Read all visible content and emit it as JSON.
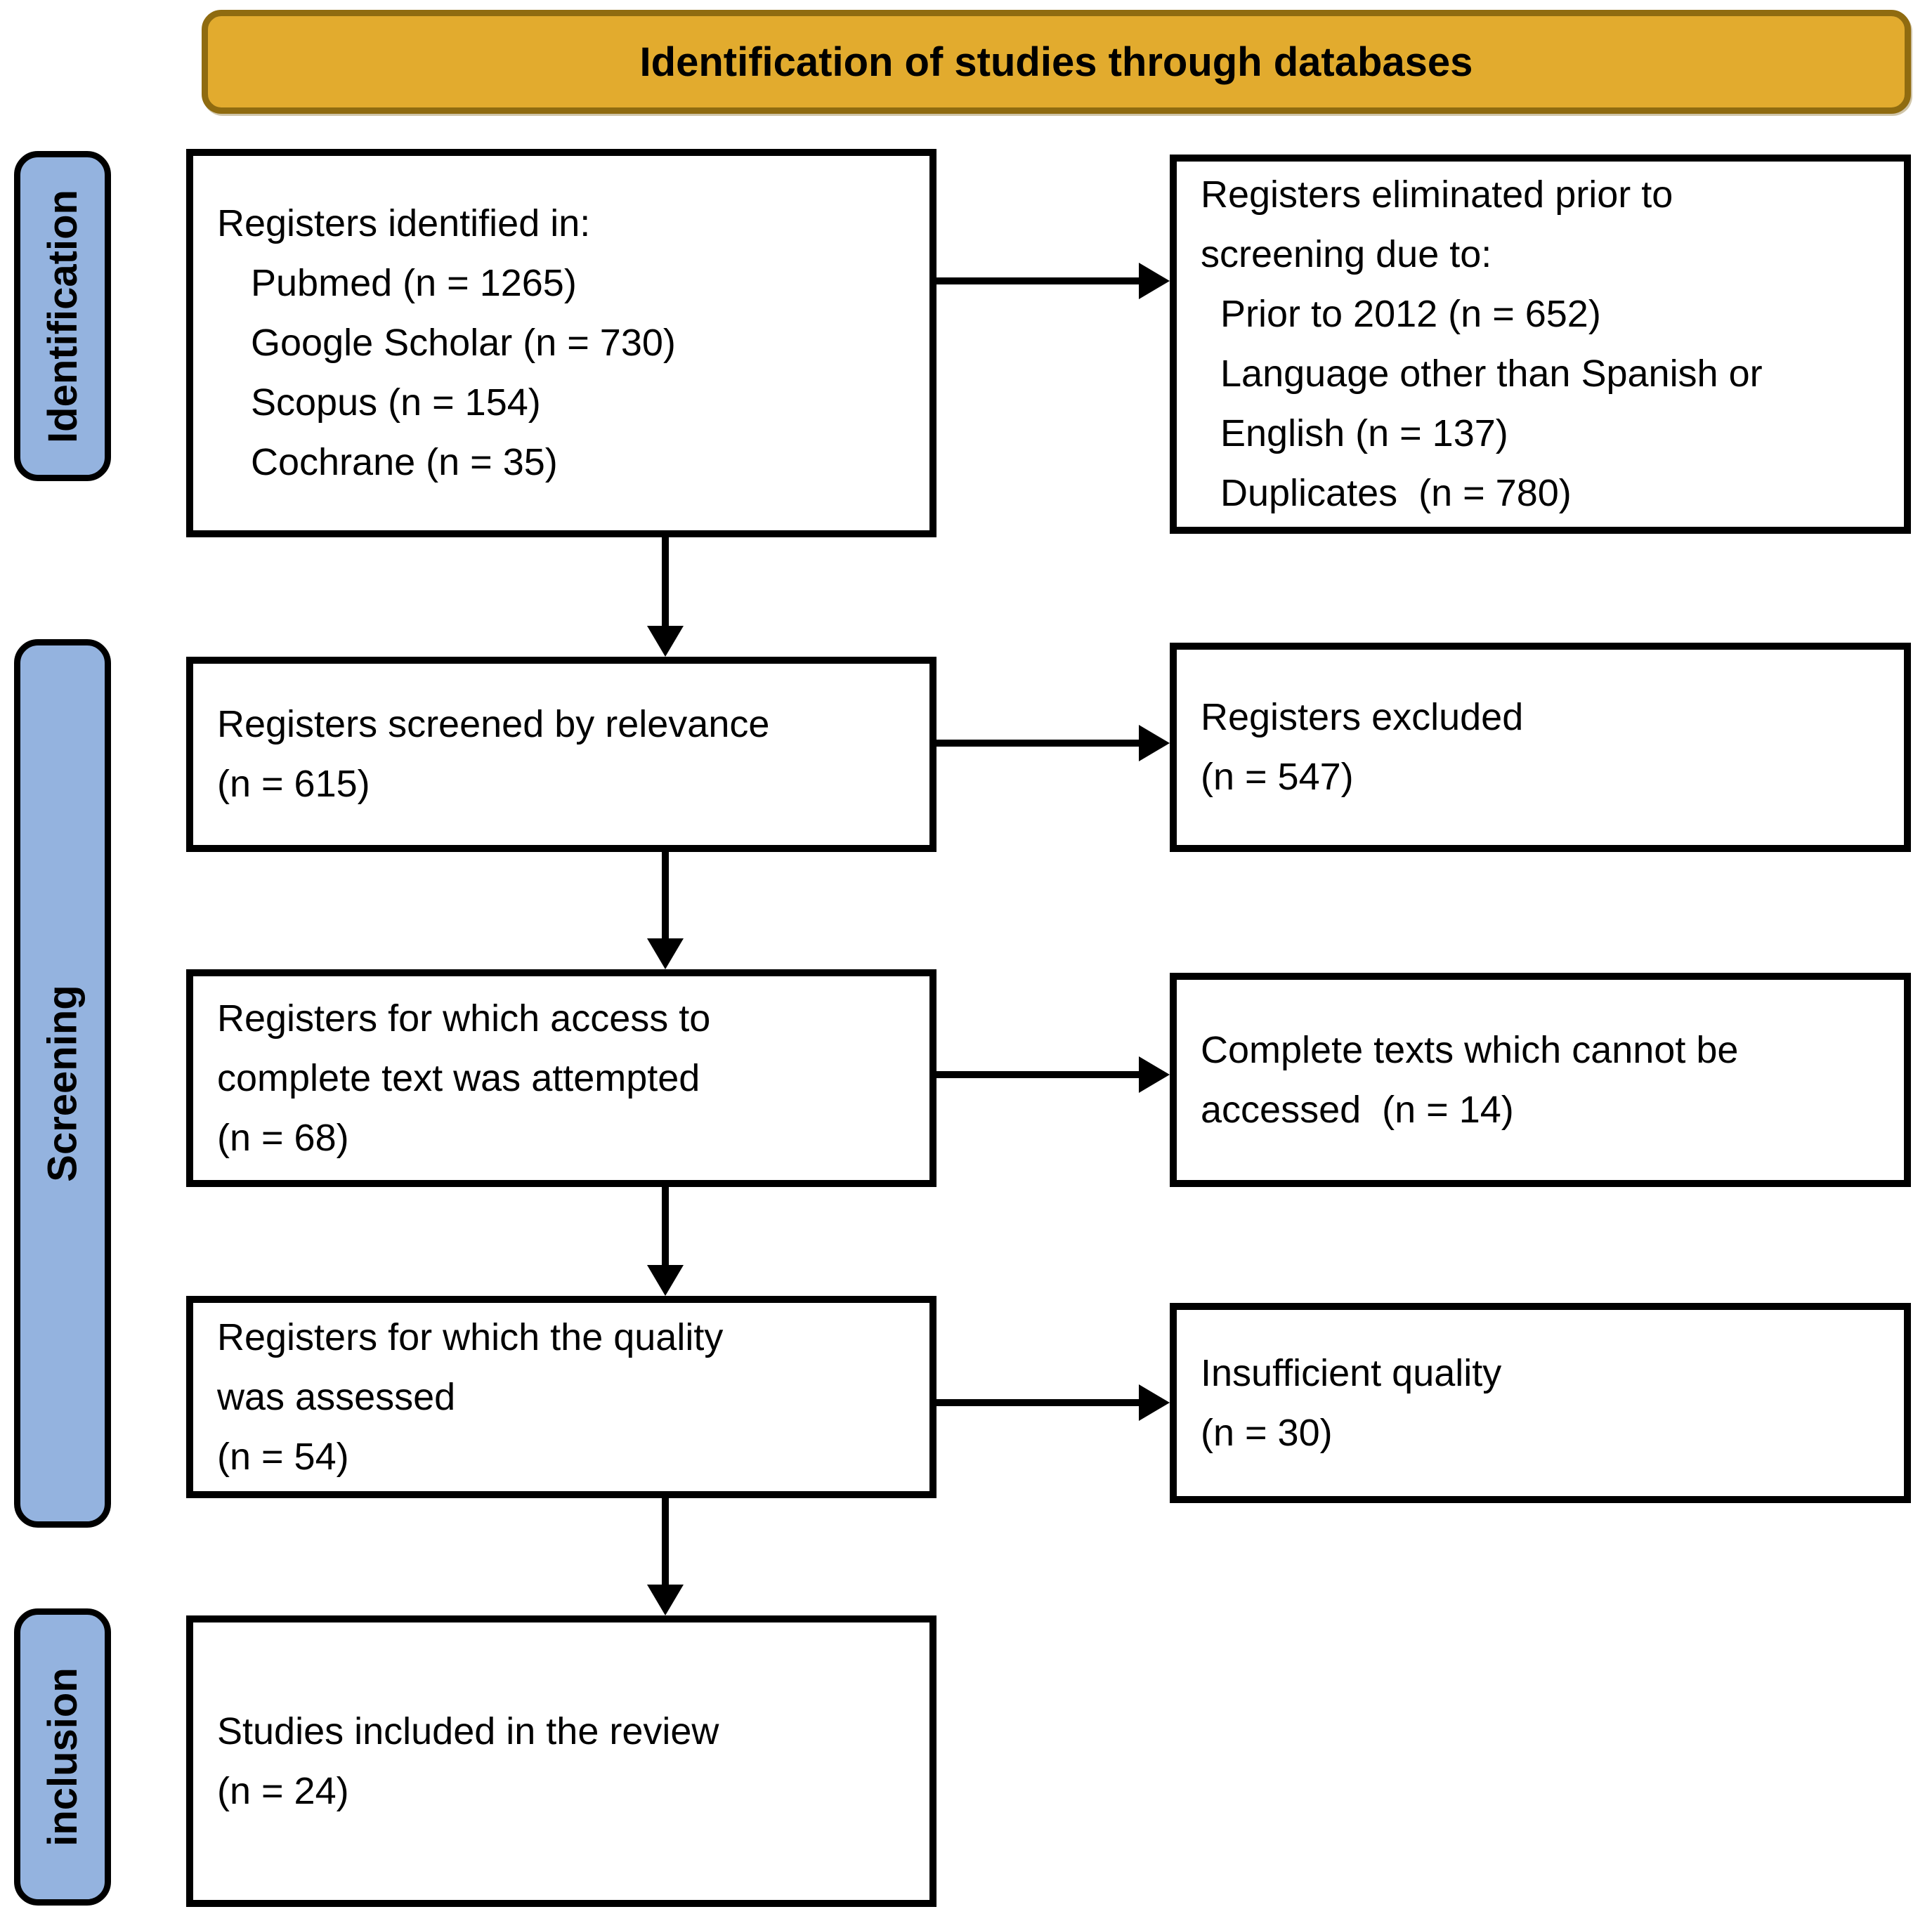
{
  "header": {
    "title": "Identification of studies through databases"
  },
  "colors": {
    "header_bg": "#e2ab2e",
    "header_border": "#8f6b10",
    "stage_bg": "#94b3df",
    "box_border": "#000000",
    "box_bg": "#ffffff",
    "text": "#000000"
  },
  "stages": {
    "identification": "Identification",
    "screening": "Screening",
    "inclusion": "inclusion"
  },
  "flow": {
    "identified": {
      "lines": [
        "Registers identified in:",
        "Pubmed (n = 1265)",
        "Google Scholar (n = 730)",
        "Scopus (n = 154)",
        "Cochrane (n = 35)"
      ]
    },
    "eliminated": {
      "lines": [
        "Registers eliminated prior to",
        "screening due to:",
        "Prior to 2012 (n = 652)",
        "Language other than Spanish or",
        "English (n = 137)",
        "Duplicates  (n = 780)"
      ]
    },
    "screened": {
      "lines": [
        "Registers screened by relevance",
        "(n = 615)"
      ]
    },
    "excluded": {
      "lines": [
        "Registers excluded",
        "(n = 547)"
      ]
    },
    "fulltext_attempted": {
      "lines": [
        "Registers for which access to",
        "complete text was attempted",
        "(n = 68)"
      ]
    },
    "cannot_access": {
      "lines": [
        "Complete texts which cannot be",
        "accessed  (n = 14)"
      ]
    },
    "quality_assessed": {
      "lines": [
        "Registers for which the quality",
        "was assessed",
        "(n = 54)"
      ]
    },
    "insufficient_quality": {
      "lines": [
        "Insufficient quality",
        "(n = 30)"
      ]
    },
    "included": {
      "lines": [
        "Studies included in the review",
        "(n = 24)"
      ]
    }
  }
}
